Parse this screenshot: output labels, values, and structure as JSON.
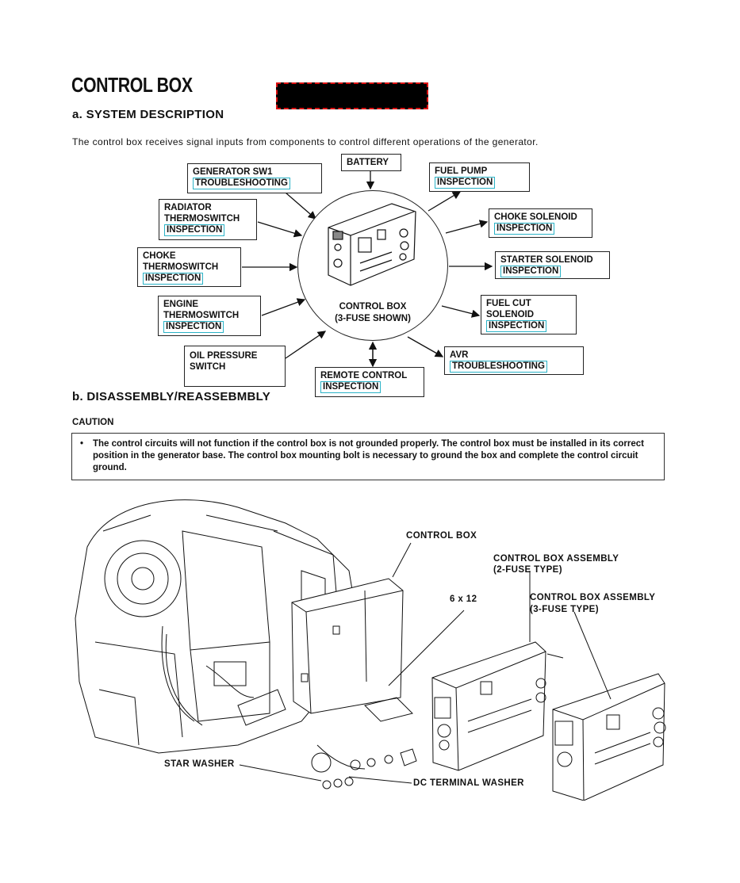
{
  "header": {
    "title": "CONTROL BOX"
  },
  "section_a": {
    "heading": "a. SYSTEM DESCRIPTION",
    "description": "The control box receives signal inputs from components to control different operations of the generator."
  },
  "diagram": {
    "center_line1": "CONTROL BOX",
    "center_line2": "(3-FUSE SHOWN)",
    "battery": "BATTERY",
    "generator_sw1": {
      "line1": "GENERATOR SW1",
      "link": "TROUBLESHOOTING"
    },
    "radiator": {
      "line1": "RADIATOR",
      "line2": "THERMOSWITCH",
      "link": "INSPECTION"
    },
    "choke_thermo": {
      "line1": "CHOKE",
      "line2": "THERMOSWITCH",
      "link": "INSPECTION"
    },
    "engine_thermo": {
      "line1": "ENGINE",
      "line2": "THERMOSWITCH",
      "link": "INSPECTION"
    },
    "oil_pressure": {
      "line1": "OIL PRESSURE",
      "line2": "SWITCH"
    },
    "remote_control": {
      "line1": "REMOTE CONTROL",
      "link": "INSPECTION"
    },
    "fuel_pump": {
      "line1": "FUEL PUMP",
      "link": "INSPECTION"
    },
    "choke_solenoid": {
      "line1": "CHOKE SOLENOID",
      "link": "INSPECTION"
    },
    "starter_solenoid": {
      "line1": "STARTER SOLENOID",
      "link": "INSPECTION"
    },
    "fuel_cut": {
      "line1": "FUEL CUT",
      "line2": "SOLENOID",
      "link": "INSPECTION"
    },
    "avr": {
      "line1": "AVR",
      "link": "TROUBLESHOOTING"
    }
  },
  "section_b": {
    "heading": "b. DISASSEMBLY/REASSEBMBLY",
    "caution_heading": "CAUTION",
    "caution_bullet": "•",
    "caution_text": "The control circuits will not function if the control box is not grounded properly. The control box must be installed in its correct position in the generator base. The control box mounting bolt is necessary to ground the box and complete the control circuit ground."
  },
  "illustration": {
    "control_box": "CONTROL BOX",
    "assembly_2fuse_line1": "CONTROL BOX ASSEMBLY",
    "assembly_2fuse_line2": "(2-FUSE TYPE)",
    "assembly_3fuse_line1": "CONTROL BOX ASSEMBLY",
    "assembly_3fuse_line2": "(3-FUSE TYPE)",
    "bolt": "6 x 12",
    "star_washer": "STAR WASHER",
    "dc_washer": "DC TERMINAL WASHER"
  }
}
